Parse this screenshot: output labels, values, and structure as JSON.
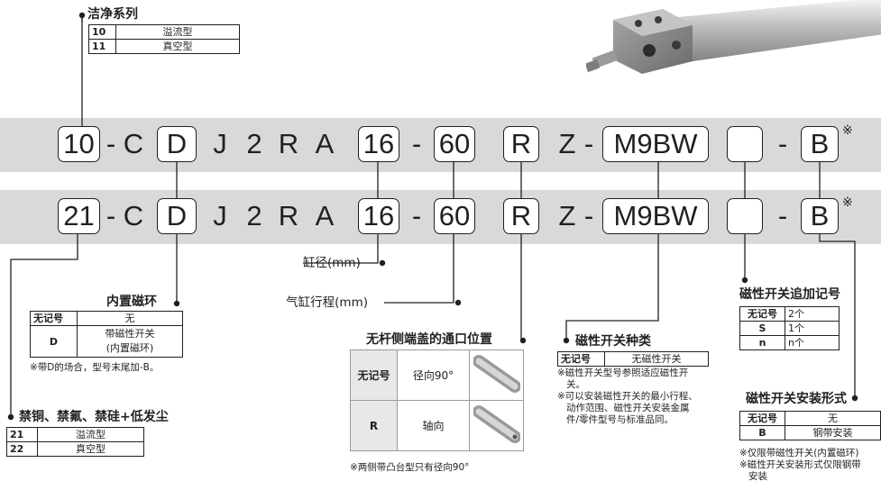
{
  "clean_series": {
    "title": "洁净系列",
    "rows": [
      {
        "code": "10",
        "desc": "溢流型"
      },
      {
        "code": "11",
        "desc": "真空型"
      }
    ]
  },
  "model_row_1": {
    "code_box": "10",
    "dash1": "-",
    "c": "C",
    "d_box": "D",
    "j": "J",
    "two": "2",
    "r": "R",
    "a": "A",
    "bore_box": "16",
    "dash2": "-",
    "stroke_box": "60",
    "port_box": "R",
    "z": "Z",
    "dash3": "-",
    "switch_box": "M9BW",
    "suffix_box": "",
    "dash4": "-",
    "mount_box": "B",
    "note_mark": "※"
  },
  "model_row_2": {
    "code_box": "21",
    "dash1": "-",
    "c": "C",
    "d_box": "D",
    "j": "J",
    "two": "2",
    "r": "R",
    "a": "A",
    "bore_box": "16",
    "dash2": "-",
    "stroke_box": "60",
    "port_box": "R",
    "z": "Z",
    "dash3": "-",
    "switch_box": "M9BW",
    "suffix_box": "",
    "dash4": "-",
    "mount_box": "B",
    "note_mark": "※"
  },
  "bore": {
    "label": "缸径(mm)"
  },
  "stroke": {
    "label": "气缸行程(mm)"
  },
  "magnet": {
    "title": "内置磁环",
    "rows": [
      {
        "code": "无记号",
        "desc": "无"
      },
      {
        "code": "D",
        "desc": "带磁性开关",
        "desc2": "(内置磁环)"
      }
    ],
    "note": "※带D的场合，型号末尾加-B。"
  },
  "port": {
    "title": "无杆侧端盖的通口位置",
    "rows": [
      {
        "code": "无记号",
        "desc": "径向90°"
      },
      {
        "code": "R",
        "desc": "轴向"
      }
    ],
    "note": "※两侧带凸台型只有径向90°"
  },
  "switch_type": {
    "title": "磁性开关种类",
    "rows": [
      {
        "code": "无记号",
        "desc": "无磁性开关"
      }
    ],
    "notes": [
      "※磁性开关型号参照适应磁性开",
      "关。",
      "※可以安装磁性开关的最小行程、",
      "动作范围、磁性开关安装金属",
      "件/零件型号与标准品同。"
    ]
  },
  "switch_count": {
    "title": "磁性开关追加记号",
    "rows": [
      {
        "code": "无记号",
        "desc": "2个"
      },
      {
        "code": "S",
        "desc": "1个"
      },
      {
        "code": "n",
        "desc": "n个"
      }
    ]
  },
  "mount": {
    "title": "磁性开关安装形式",
    "rows": [
      {
        "code": "无记号",
        "desc": "无"
      },
      {
        "code": "B",
        "desc": "钢带安装"
      }
    ],
    "notes": [
      "※仅限带磁性开关(内置磁环)",
      "※磁性开关安装形式仅限钢带",
      "安装"
    ]
  },
  "prohibited": {
    "title": "禁铜、禁氟、禁硅+低发尘",
    "rows": [
      {
        "code": "21",
        "desc": "溢流型"
      },
      {
        "code": "22",
        "desc": "真空型"
      }
    ]
  },
  "colors": {
    "band": "#d9d9da",
    "ink": "#231f20"
  }
}
